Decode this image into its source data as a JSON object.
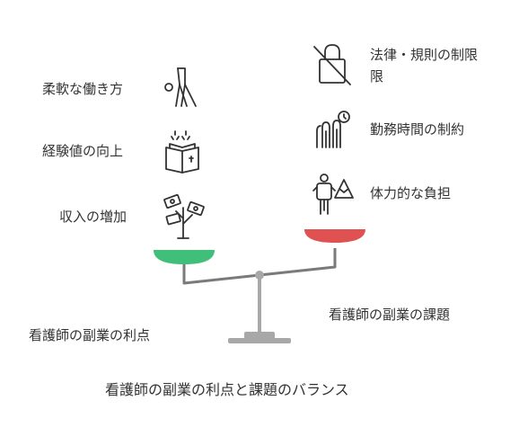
{
  "colors": {
    "benefit_pan": "#3fbf7a",
    "challenge_pan": "#e05252",
    "beam": "#7a7a7a",
    "stand": "#a8a8a8",
    "icon_stroke": "#333333"
  },
  "benefits": {
    "heading": "看護師の副業の利点",
    "items": [
      {
        "label": "柔軟な働き方",
        "icon": "yoga-pose-icon"
      },
      {
        "label": "経験値の向上",
        "icon": "open-book-icon"
      },
      {
        "label": "収入の増加",
        "icon": "money-plant-icon"
      }
    ]
  },
  "challenges": {
    "heading": "看護師の副業の課題",
    "items": [
      {
        "label": "法律・規則の制限",
        "label_line2": "限",
        "icon": "lock-prohibited-icon"
      },
      {
        "label": "勤務時間の制約",
        "icon": "hand-clock-icon"
      },
      {
        "label": "体力的な負担",
        "icon": "hiker-mountain-icon"
      }
    ]
  },
  "caption": "看護師の副業の利点と課題のバランス"
}
